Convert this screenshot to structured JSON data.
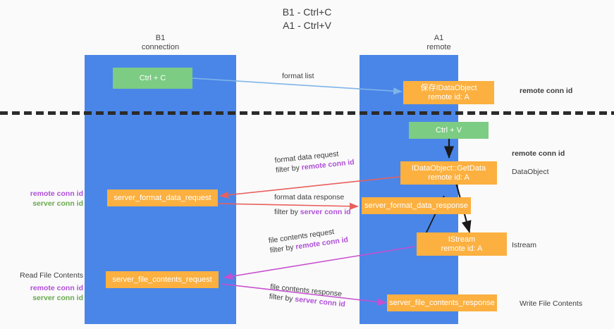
{
  "title": "B1 - Ctrl+C\nA1 - Ctrl+V",
  "title_line1": "B1 - Ctrl+C",
  "title_line2": "A1 - Ctrl+V",
  "colors": {
    "lane": "#4a86e8",
    "node_green": "#7ccc83",
    "node_orange": "#fbb040",
    "purple_text": "#b04fd8",
    "green_text": "#6aa84f",
    "arrow_blue": "#7fb5e8",
    "arrow_red": "#e8605d",
    "arrow_black": "#1a1a1a",
    "arrow_magenta": "#c74fd0",
    "divider": "#2b2b2b",
    "background": "#fafafa"
  },
  "lanes": [
    {
      "id": "b1",
      "title": "B1",
      "subtitle": "connection"
    },
    {
      "id": "a1",
      "title": "A1",
      "subtitle": "remote"
    }
  ],
  "nodes": {
    "ctrl_c": {
      "label": "Ctrl + C",
      "color": "green"
    },
    "save_idataobject": {
      "label": "保存IDataObject",
      "sub": "remote id: A",
      "color": "orange"
    },
    "ctrl_v": {
      "label": "Ctrl + V",
      "color": "green"
    },
    "getdata": {
      "label": "IDataObject::GetData",
      "sub": "remote id: A",
      "color": "orange"
    },
    "server_format_data_request": {
      "label": "server_format_data_request",
      "color": "orange"
    },
    "server_format_data_response": {
      "label": "server_format_data_response",
      "color": "orange"
    },
    "istream": {
      "label": "IStream",
      "sub": "remote id: A",
      "color": "orange"
    },
    "server_file_contents_request": {
      "label": "server_file_contents_request",
      "color": "orange"
    },
    "server_file_contents_response": {
      "label": "server_file_contents_response",
      "color": "orange"
    }
  },
  "edge_labels": {
    "format_list": "format list",
    "format_data_request": "format data request",
    "format_data_request_filter_prefix": "filter by ",
    "format_data_request_filter_key": "remote conn id",
    "format_data_response": "format data response",
    "format_data_response_filter_prefix": "filter by ",
    "format_data_response_filter_key": "server conn id",
    "file_contents_request": "file contents request",
    "file_contents_request_filter_prefix": "filter by ",
    "file_contents_request_filter_key": "remote conn id",
    "file_contents_response": "file contents response",
    "file_contents_response_filter_prefix": "filter by ",
    "file_contents_response_filter_key": "server conn id"
  },
  "annotations": {
    "right_remote_conn_id_top": "remote conn id",
    "right_remote_conn_id_mid": "remote conn id",
    "right_dataobject": "DataObject",
    "right_istream": "Istream",
    "right_write_file_contents": "Write File Contents",
    "left_remote_conn_id": "remote conn id",
    "left_server_conn_id": "server conn id",
    "left_read_file_contents": "Read File Contents",
    "left_remote_conn_id_2": "remote conn id",
    "left_server_conn_id_2": "server conn id"
  }
}
